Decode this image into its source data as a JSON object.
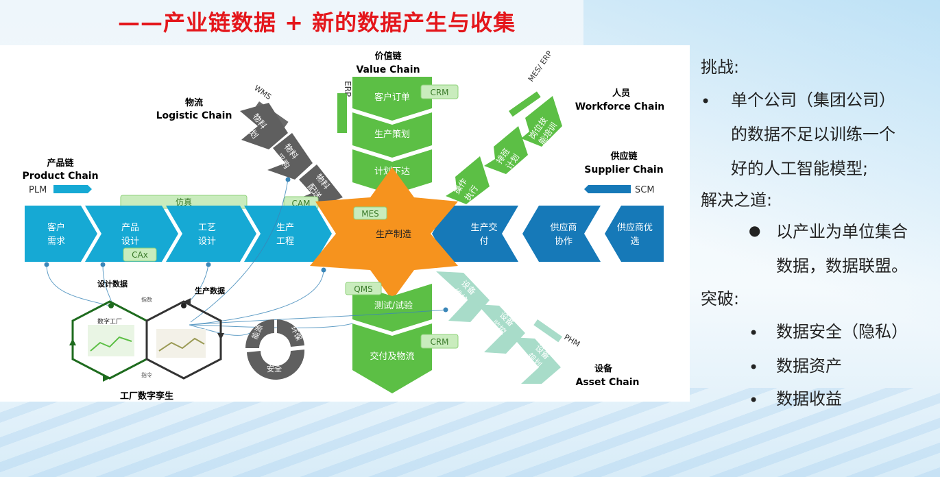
{
  "title": "——产业链数据 + 新的数据产生与收集",
  "diagram": {
    "value_chain": {
      "cn": "价值链",
      "en": "Value Chain",
      "erp": "ERP",
      "crm_top": "CRM",
      "steps": [
        "客户订单",
        "生产策划",
        "计划下达"
      ]
    },
    "logistic_chain": {
      "cn": "物流",
      "en": "Logistic Chain",
      "wms": "WMS",
      "steps": [
        [
          "物料",
          "计划"
        ],
        [
          "物料",
          "采购"
        ],
        [
          "物料",
          "配送"
        ]
      ]
    },
    "workforce_chain": {
      "cn": "人员",
      "en": "Workforce Chain",
      "mes_erp": "MES/ ERP",
      "steps": [
        [
          "岗位技",
          "能培训"
        ],
        [
          "排班",
          "计划"
        ],
        [
          "操作",
          "执行"
        ]
      ]
    },
    "product_chain": {
      "cn": "产品链",
      "en": "Product Chain",
      "plm": "PLM",
      "simulation": "仿真",
      "cam": "CAM",
      "cax": "CAx",
      "steps": [
        [
          "客户",
          "需求"
        ],
        [
          "产品",
          "设计"
        ],
        [
          "工艺",
          "设计"
        ],
        [
          "生产",
          "工程"
        ]
      ]
    },
    "center": {
      "label": "生产制造",
      "mes": "MES"
    },
    "supplier_chain": {
      "cn": "供应链",
      "en": "Supplier Chain",
      "scm": "SCM",
      "steps": [
        [
          "生产交",
          "付"
        ],
        [
          "供应商",
          "协作"
        ],
        [
          "供应商优",
          "选"
        ]
      ]
    },
    "bottom_chain": {
      "qms": "QMS",
      "crm_bottom": "CRM",
      "steps": [
        "测试/试验",
        "交付及物流"
      ]
    },
    "asset_chain": {
      "cn": "设备",
      "en": "Asset Chain",
      "phm": "PHM",
      "steps": [
        [
          "设备",
          "维护"
        ],
        [
          "设备",
          "监控"
        ],
        [
          "设备",
          "规划"
        ]
      ]
    },
    "twin": {
      "design_data": "设计数据",
      "production_data": "生产数据",
      "digital_factory": "数字工厂",
      "label": "工厂数字孪生",
      "small_top": "指数",
      "small_bottom": "指令"
    },
    "cycle": [
      "能源",
      "环保",
      "安全"
    ]
  },
  "right_panel": {
    "challenge_heading": "挑战:",
    "challenge_bullet": "•",
    "challenge_lines": [
      "单个公司（集团公司）",
      "的数据不足以训练一个",
      "好的人工智能模型;"
    ],
    "solution_heading": "解决之道:",
    "solution_bullet": "●",
    "solution_lines": [
      "以产业为单位集合",
      "数据，数据联盟。"
    ],
    "breakthrough_heading": "突破:",
    "breakthrough_bullet": "•",
    "breakthrough_items": [
      "数据安全（隐私）",
      "数据资产",
      "数据收益"
    ]
  },
  "colors": {
    "cyan": "#16a9d4",
    "blue": "#1679b8",
    "orange": "#f6931e",
    "green": "#5cbf45",
    "gray": "#5f5f5f",
    "mint": "#a8dcc9",
    "red": "#e4161b",
    "dark_green": "#1e6b1e"
  }
}
